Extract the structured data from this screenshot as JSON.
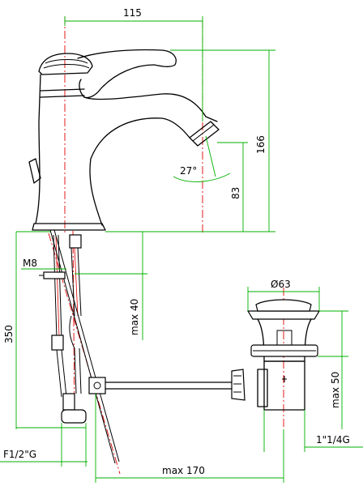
{
  "dimensions": {
    "spout_reach": "115",
    "total_height": "166",
    "outlet_height": "83",
    "spout_angle": "27°",
    "rod_thread": "M8",
    "under_clearance": "max 40",
    "hose_length": "350",
    "waste_diameter": "Ø63",
    "waste_adjust": "max 50",
    "hose_connection": "F1/2\"G",
    "waste_thread": "1\"1/4G",
    "rod_length": "max 170"
  },
  "colors": {
    "dimension_lines": "#00b000",
    "center_lines": "#e00000",
    "outline": "#000000"
  }
}
